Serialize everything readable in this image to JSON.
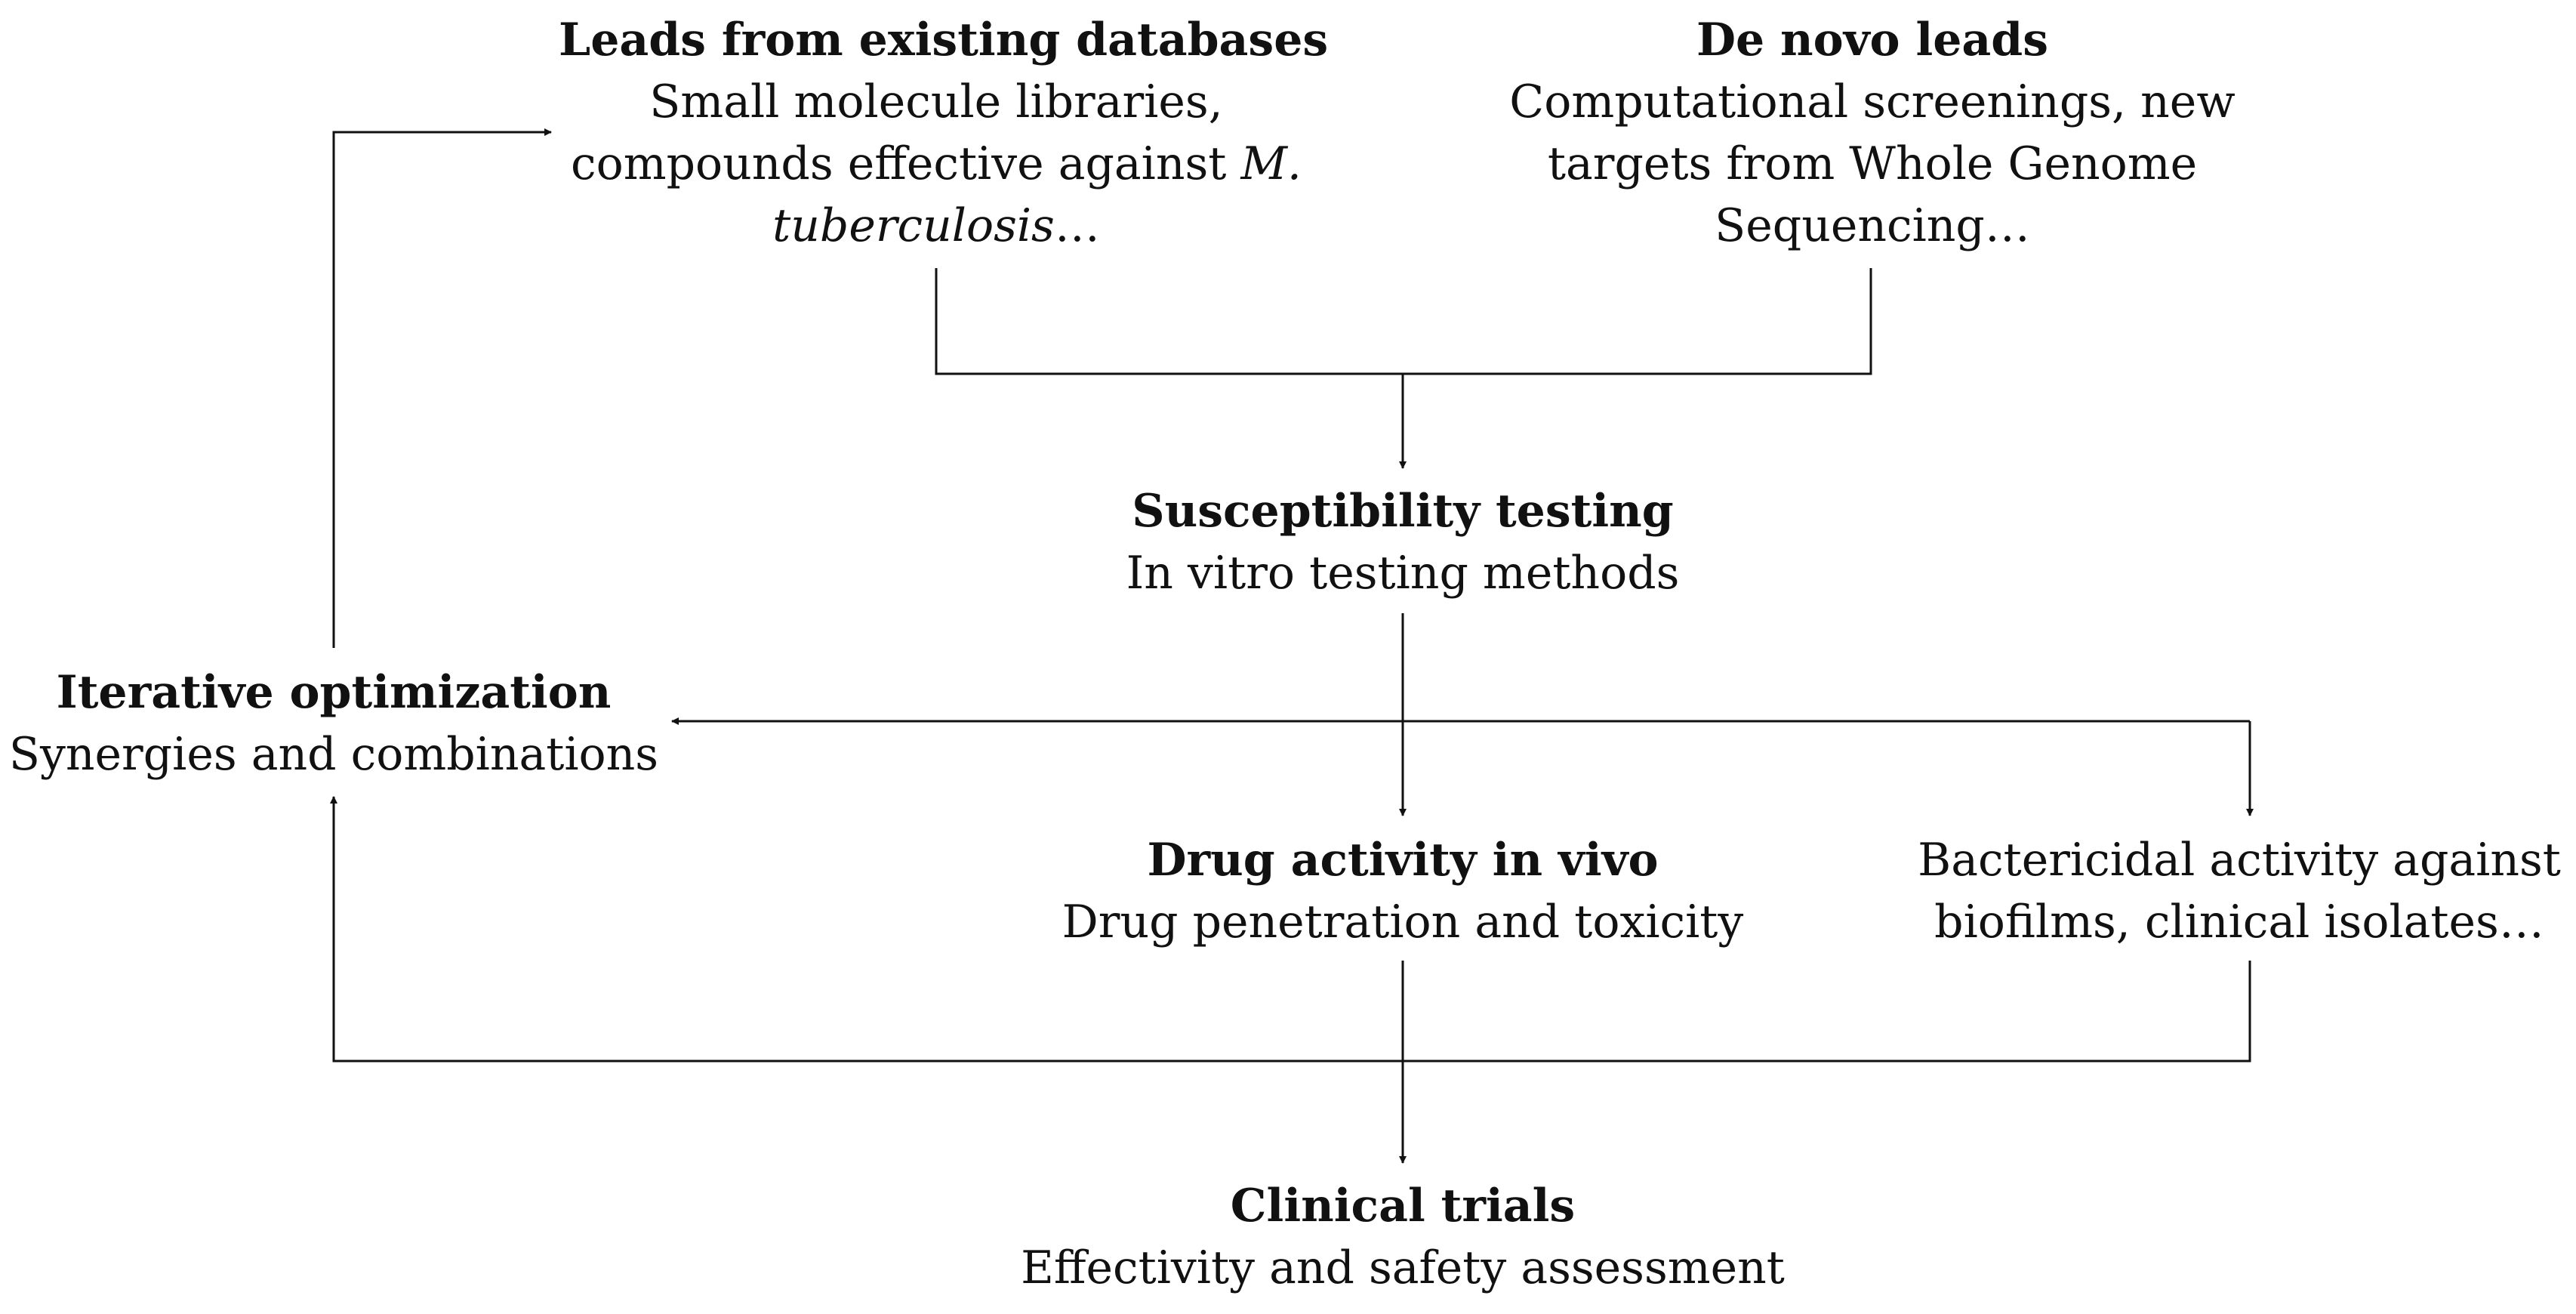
{
  "nodes": {
    "existing_leads": {
      "title": "Leads from existing databases",
      "desc_line1": "Small molecule libraries,",
      "desc_line2_a": "compounds effective against ",
      "desc_line2_b": "M.",
      "desc_line3_a": "tuberculosis",
      "desc_line3_b": "…"
    },
    "de_novo_leads": {
      "title": "De novo leads",
      "desc_line1": "Computational screenings, new",
      "desc_line2": "targets from Whole Genome",
      "desc_line3": "Sequencing…"
    },
    "susceptibility": {
      "title": "Susceptibility testing",
      "desc": "In vitro testing methods"
    },
    "iterative": {
      "title": "Iterative optimization",
      "desc": "Synergies and combinations"
    },
    "in_vivo": {
      "title": "Drug activity in vivo",
      "desc": "Drug penetration and toxicity"
    },
    "bactericidal": {
      "desc_line1": "Bactericidal activity against",
      "desc_line2": "biofilms, clinical isolates…"
    },
    "clinical": {
      "title": "Clinical trials",
      "desc": "Effectivity and safety assessment"
    }
  },
  "colors": {
    "line": "#111111",
    "text": "#111111",
    "background": "#ffffff"
  }
}
